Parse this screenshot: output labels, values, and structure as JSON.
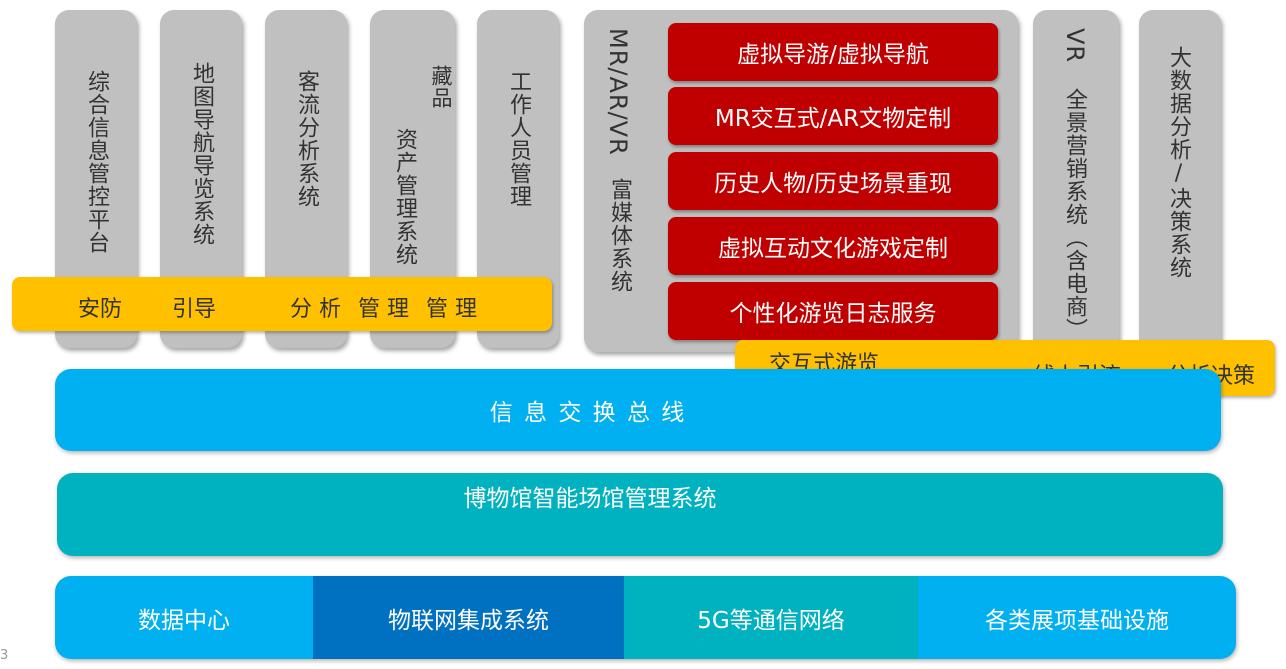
{
  "top_columns": [
    {
      "label": "综合信息管控平台"
    },
    {
      "label": "地图导航导览系统"
    },
    {
      "label": "客流分析系统"
    },
    {
      "label": "资产管理系统"
    },
    {
      "label": "工作人员管理"
    }
  ],
  "collection_label": "藏品",
  "mr_panel": {
    "title": "MR/AR/VR",
    "subtitle": "富媒体系统",
    "items": [
      "虚拟导游/虚拟导航",
      "MR交互式/AR文物定制",
      "历史人物/历史场景重现",
      "虚拟互动文化游戏定制",
      "个性化游览日志服务"
    ]
  },
  "vr_column": {
    "title": "VR",
    "label": "全景营销系统（含电商）"
  },
  "bigdata_column": {
    "label": "大数据分析/决策系统"
  },
  "left_band": {
    "labels": [
      "安防",
      "引导",
      "分 析",
      "管 理",
      "管 理"
    ]
  },
  "right_band": {
    "labels": [
      "交互式游览",
      "线上引流",
      "分析决策"
    ]
  },
  "bus_label": "信 息 交 换 总 线",
  "mgmt_label": "博物馆智能场馆管理系统",
  "bottom_bar": [
    "数据中心",
    "物联网集成系统",
    "5G等通信网络",
    "各类展项基础设施"
  ],
  "page_number": "3",
  "colors": {
    "red": "#c00000",
    "yellow": "#ffc000",
    "blue": "#00b0f0",
    "teal": "#00b2c0",
    "dark_blue": "#0070c0",
    "gray": "#c0c0c0"
  }
}
